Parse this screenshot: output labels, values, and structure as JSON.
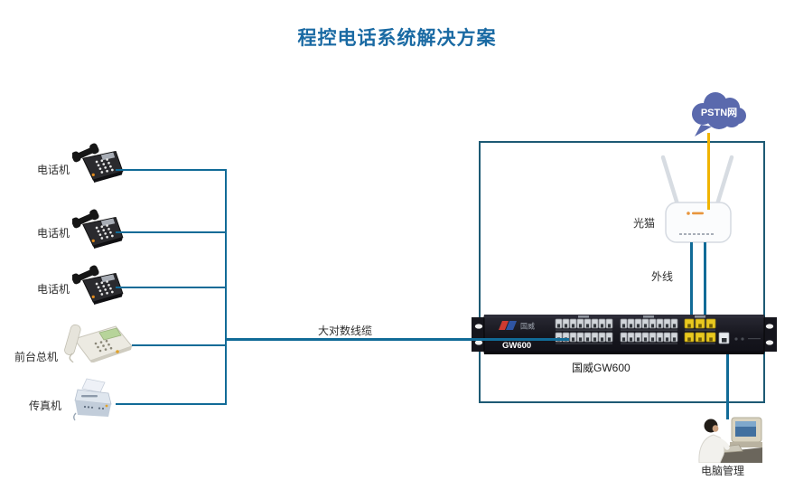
{
  "title": "程控电话系统解决方案",
  "endpoints": [
    {
      "label": "电话机"
    },
    {
      "label": "电话机"
    },
    {
      "label": "电话机"
    },
    {
      "label": "前台总机"
    },
    {
      "label": "传真机"
    }
  ],
  "cable_label": "大对数线缆",
  "pstn_cloud": "PSTN网",
  "modem_label": "光猫",
  "outside_line_label": "外线",
  "pbx": {
    "brand": "国威",
    "model": "GW600",
    "caption": "国威GW600"
  },
  "management_label": "电脑管理",
  "colors": {
    "title": "#1a6aa3",
    "connector_line": "#116b97",
    "boundary_border": "#1d5a74",
    "pstn_line": "#f0b400",
    "cloud_fill": "#5a69ad",
    "port_yellow": "#e9c81f",
    "chassis": "#15151d"
  }
}
